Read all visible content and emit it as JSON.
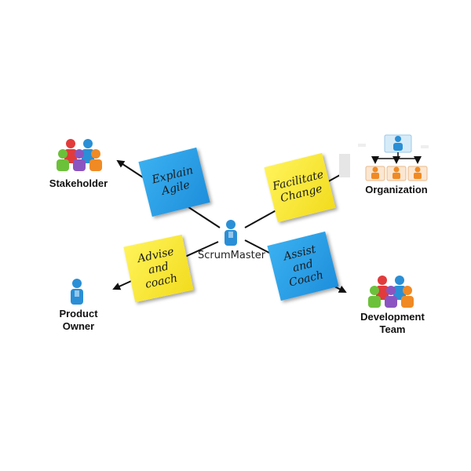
{
  "center": {
    "label": "ScrumMaster"
  },
  "roles": {
    "stakeholder": "Stakeholder",
    "organization": "Organization",
    "product_owner": "Product\nOwner",
    "development_team": "Development\nTeam"
  },
  "notes": {
    "explain_agile": "Explain\nAgile",
    "facilitate_change": "Facilitate\nChange",
    "advise_and_coach": "Advise\nand\ncoach",
    "assist_and_coach": "Assist and\nCoach"
  },
  "colors": {
    "note_blue": "#2a9ee6",
    "note_yellow": "#f7e93a",
    "person_blue": "#2a8fd6",
    "person_red": "#e23b3b",
    "person_green": "#6cc13a",
    "person_purple": "#8a55c0",
    "person_orange": "#f08a24"
  }
}
